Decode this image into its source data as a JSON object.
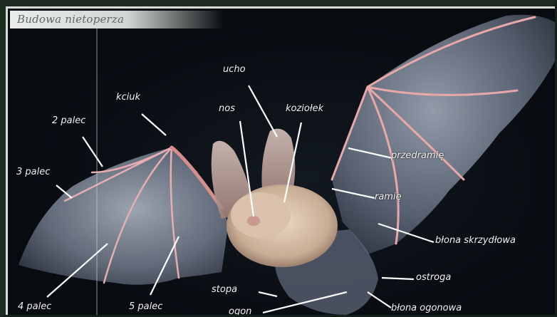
{
  "title": "Budowa nietoperza",
  "labels": {
    "ucho": "ucho",
    "nos": "nos",
    "koziolek": "koziołek",
    "kciuk": "kciuk",
    "palec2": "2 palec",
    "palec3": "3 palec",
    "palec4": "4 palec",
    "palec5": "5 palec",
    "przedramie": "przedramię",
    "ramie": "ramię",
    "blona_skrzydlowa": "błona skrzydłowa",
    "ostroga": "ostroga",
    "stopa": "stopa",
    "ogon": "ogon",
    "blona_ogonowa": "błona ogonowa"
  },
  "colors": {
    "wing_membrane": "#8e98a8",
    "bone": "#e8a8a8",
    "fur": "#d9c2ac",
    "ear": "#c9aea2",
    "leader_line": "#ffffff"
  }
}
